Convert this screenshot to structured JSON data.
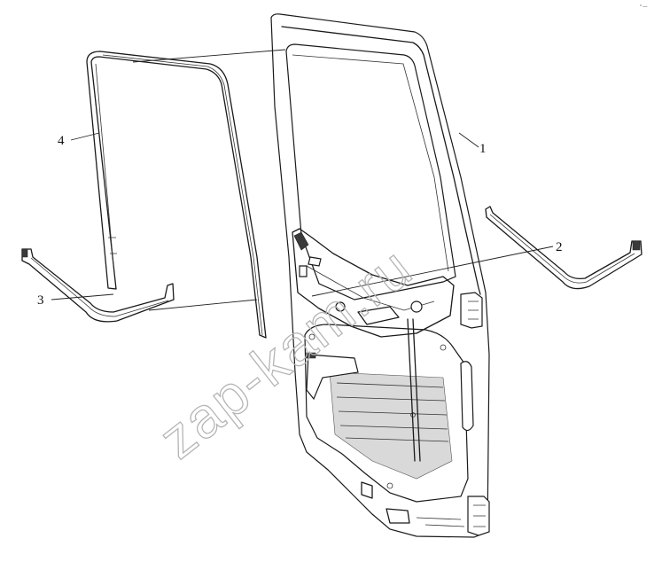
{
  "watermark": "zap-kam.ru",
  "corner_mark": "° —",
  "callouts": [
    {
      "id": "1",
      "label": "1"
    },
    {
      "id": "2",
      "label": "2"
    },
    {
      "id": "3",
      "label": "3"
    },
    {
      "id": "4",
      "label": "4"
    }
  ]
}
